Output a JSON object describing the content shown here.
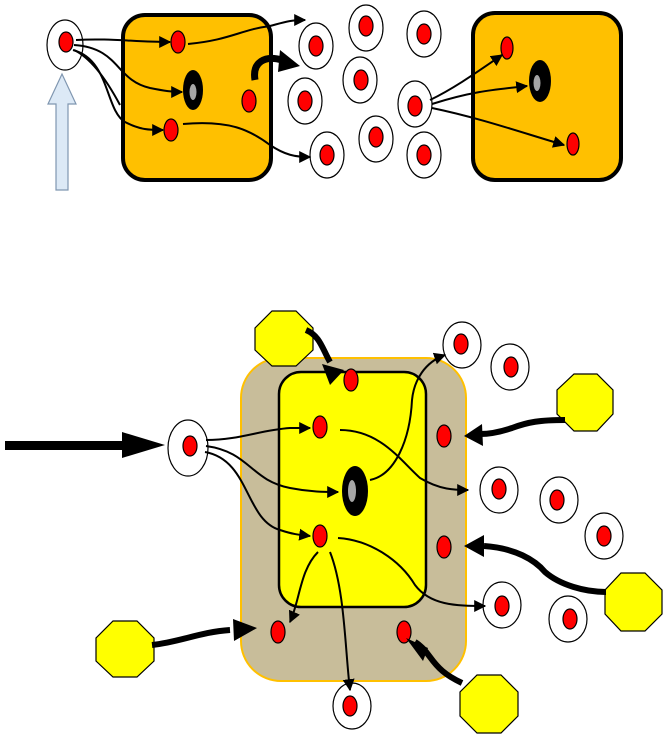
{
  "colors": {
    "cell_orange": "#ffc000",
    "cell_yellow": "#ffff00",
    "tan_halo": "#c8bd9a",
    "halo_border": "#ffc000",
    "dot_red": "#ff0000",
    "outline": "#000000",
    "pale_arrow": "#dce9f6",
    "pale_arrow_border": "#7f96b0",
    "nucleus": "#000000",
    "nucleolus": "#a6a6a6"
  },
  "icons": {
    "vesicle": "circle-with-red-dot",
    "signal": "octagon",
    "nucleus": "ellipse-with-core"
  }
}
